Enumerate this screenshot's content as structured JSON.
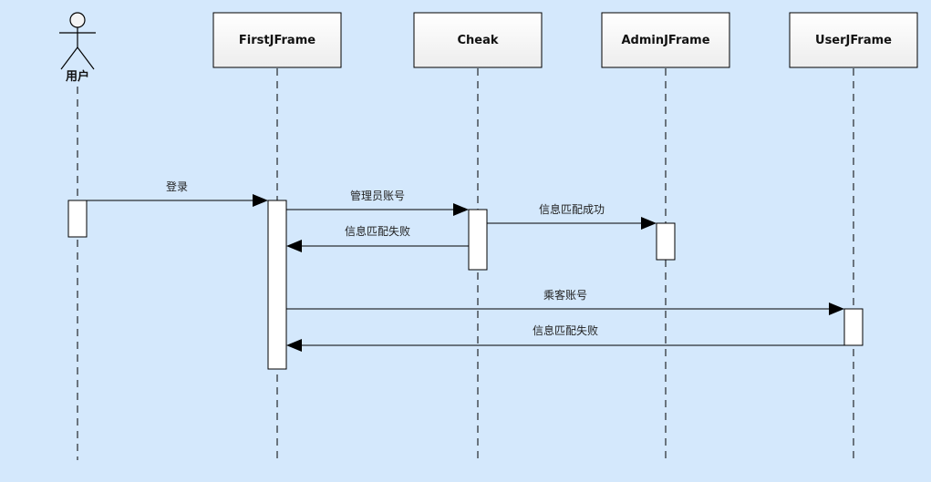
{
  "diagram": {
    "actor": {
      "label": "用户"
    },
    "lifelines": [
      {
        "id": "first",
        "label": "FirstJFrame"
      },
      {
        "id": "cheak",
        "label": "Cheak"
      },
      {
        "id": "admin",
        "label": "AdminJFrame"
      },
      {
        "id": "user",
        "label": "UserJFrame"
      }
    ],
    "messages": [
      {
        "label": "登录",
        "from": "actor",
        "to": "first",
        "kind": "call"
      },
      {
        "label": "管理员账号",
        "from": "first",
        "to": "cheak",
        "kind": "call"
      },
      {
        "label": "信息匹配成功",
        "from": "cheak",
        "to": "admin",
        "kind": "call"
      },
      {
        "label": "信息匹配失败",
        "from": "cheak",
        "to": "first",
        "kind": "return"
      },
      {
        "label": "乘客账号",
        "from": "first",
        "to": "user",
        "kind": "call"
      },
      {
        "label": "信息匹配失败",
        "from": "user",
        "to": "first",
        "kind": "return"
      }
    ],
    "colors": {
      "background": "#d4e8fc",
      "box_fill": "#f7f7f7",
      "line": "#000000"
    }
  }
}
